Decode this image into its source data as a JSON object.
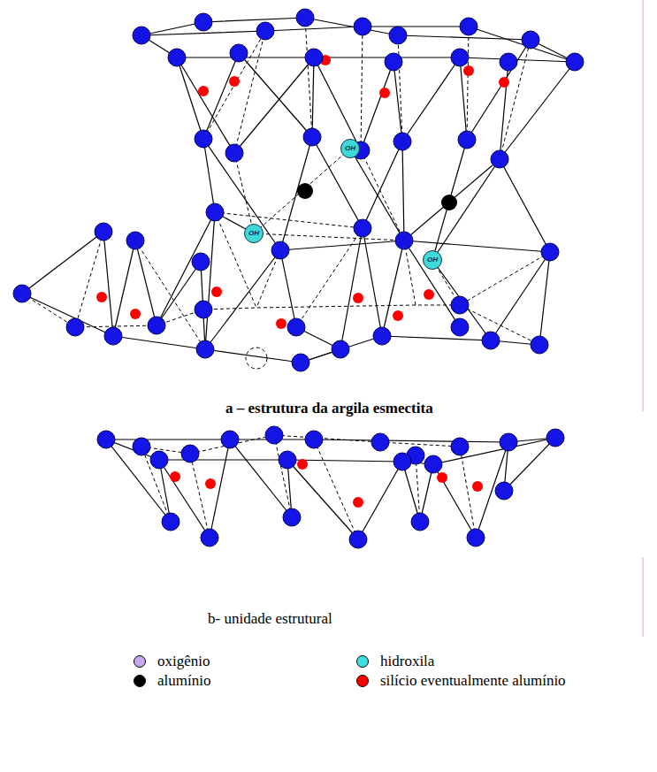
{
  "diagram": {
    "nodes": [
      {
        "text": [
          "OH"
        ]
      },
      {
        "text": [
          "OH"
        ]
      },
      {
        "text": [
          "OH"
        ]
      }
    ],
    "labels": [
      "a – estrutura da argila esmectita",
      "b- unidade estrutural"
    ],
    "legend": [
      {
        "text": "oxigênio",
        "color": "#c9a6f0"
      },
      {
        "text": "alumínio",
        "color": "#000000"
      },
      {
        "text": "hidroxila",
        "color": "#40dede"
      },
      {
        "text": "silício eventualmente alumínio",
        "color": "#ff0000"
      }
    ]
  }
}
